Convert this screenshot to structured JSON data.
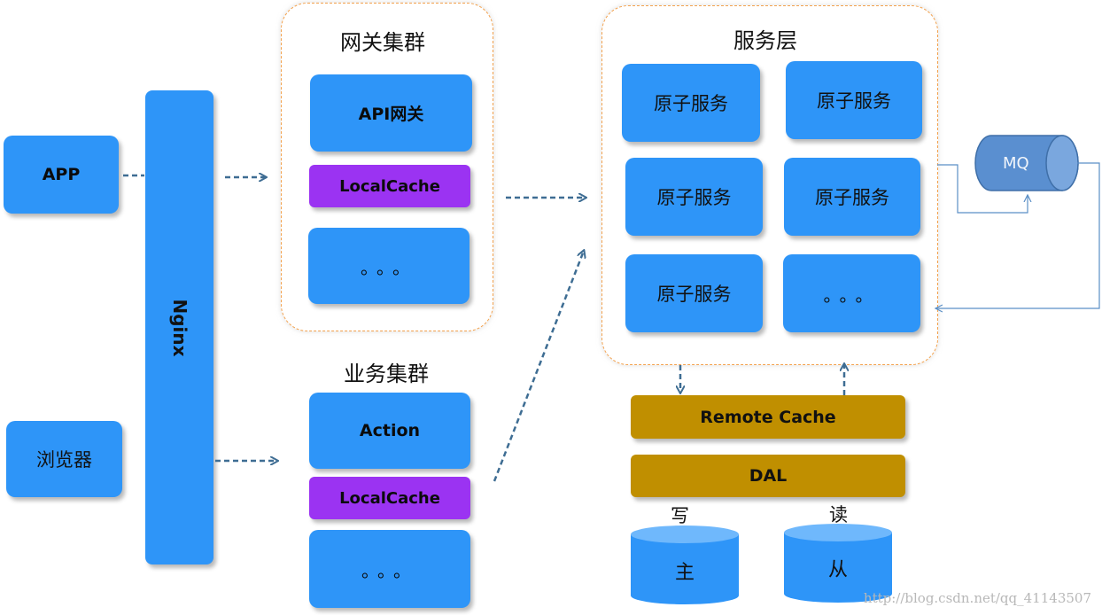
{
  "clients": {
    "app": "APP",
    "browser": "浏览器"
  },
  "nginx": {
    "label": "Nginx"
  },
  "gateway_cluster": {
    "title": "网关集群",
    "api_gateway": "API网关",
    "local_cache": "LocalCache",
    "more": "。。。"
  },
  "business_cluster": {
    "title": "业务集群",
    "action": "Action",
    "local_cache": "LocalCache",
    "more": "。。。"
  },
  "service_layer": {
    "title": "服务层",
    "services": [
      "原子服务",
      "原子服务",
      "原子服务",
      "原子服务",
      "原子服务"
    ],
    "more": "。。。"
  },
  "mq": {
    "label": "MQ"
  },
  "storage": {
    "remote_cache": "Remote Cache",
    "dal": "DAL",
    "write_label": "写",
    "read_label": "读",
    "master": "主",
    "slave": "从"
  },
  "watermark": "http://blog.csdn.net/qq_41143507",
  "colors": {
    "box_blue": "#2e95f8",
    "cache_purple": "#9b33f2",
    "storage_gold": "#c08f00",
    "group_border": "#f3a24e",
    "arrow": "#3e6d93",
    "mq_fill": "#5a8fd0"
  }
}
